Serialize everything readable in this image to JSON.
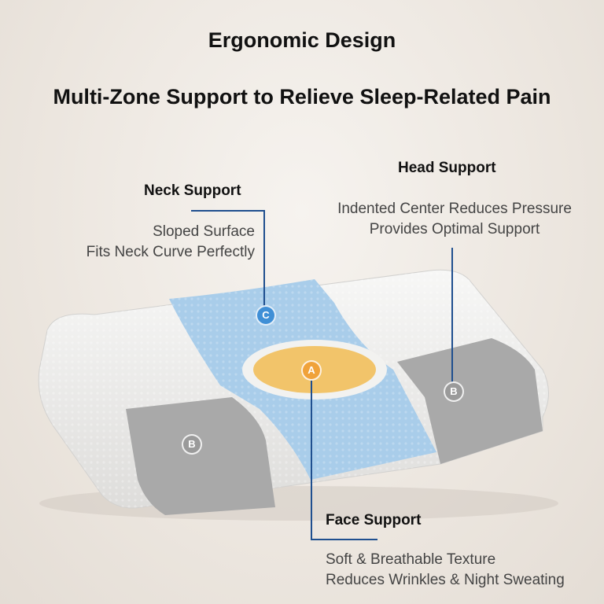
{
  "title": "Ergonomic Design",
  "subtitle": "Multi-Zone Support to Relieve Sleep-Related Pain",
  "neck": {
    "heading": "Neck Support",
    "line1": "Sloped Surface",
    "line2": "Fits Neck Curve Perfectly",
    "badge": "C"
  },
  "head": {
    "heading": "Head Support",
    "line1": "Indented Center Reduces Pressure",
    "line2": "Provides Optimal Support",
    "badge": "B"
  },
  "face": {
    "heading": "Face Support",
    "line1": "Soft & Breathable Texture",
    "line2": "Reduces Wrinkles & Night Sweating",
    "badge": "A"
  },
  "left_zone": {
    "badge": "B"
  },
  "colors": {
    "pillow": "#f1f1f0",
    "gray_zone": "#a9a9a9",
    "blue_zone": "#a9cdea",
    "orange_zone": "#f2c46a",
    "leader_line": "#1f4f8f",
    "badge_blue": "#3f8fd6",
    "badge_orange": "#f0a23a",
    "badge_gray": "#9a9a9a"
  }
}
